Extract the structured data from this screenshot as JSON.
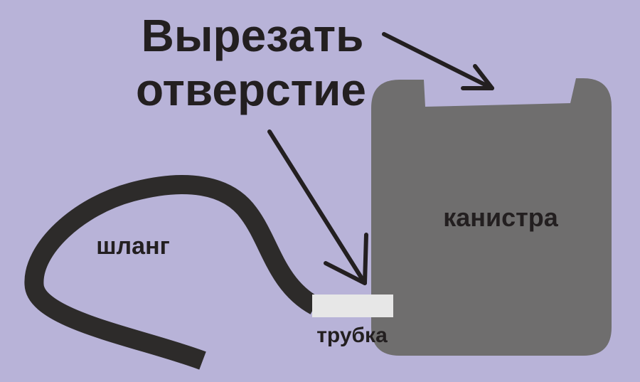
{
  "title_line1": "Вырезать",
  "title_line2": "отверстие",
  "canister_label": "канистра",
  "hose_label": "шланг",
  "tube_label": "трубка",
  "colors": {
    "background": "#b8b3d8",
    "canister": "#6f6e6e",
    "hose": "#2d2b2a",
    "tube": "#e7e7e7",
    "text": "#231f20",
    "arrow": "#231f20"
  },
  "icons": {
    "arrow_to_hole": "arrow-icon",
    "arrow_to_tube": "arrow-icon"
  }
}
